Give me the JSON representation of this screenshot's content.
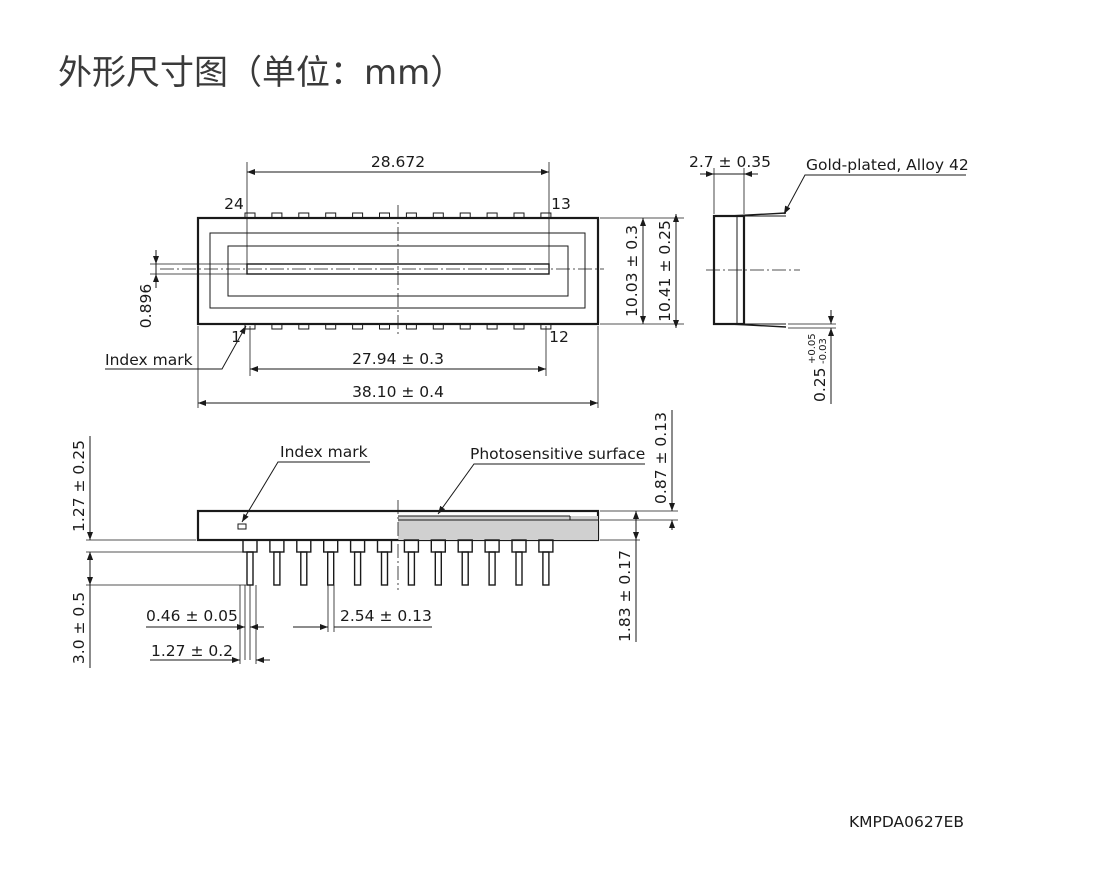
{
  "title": "外形尺寸图（单位：mm）",
  "drawing_code": "KMPDA0627EB",
  "top_view": {
    "dim_28_672": "28.672",
    "pin_24": "24",
    "pin_13": "13",
    "pin_1": "1",
    "pin_12": "12",
    "dim_0_896": "0.896",
    "index_mark": "Index mark",
    "dim_27_94": "27.94 ± 0.3",
    "dim_38_10": "38.10 ± 0.4",
    "dim_10_03": "10.03 ± 0.3",
    "dim_10_41": "10.41 ± 0.25"
  },
  "side_view": {
    "dim_2_7": "2.7 ± 0.35",
    "lead_note": "Gold-plated, Alloy 42",
    "dim_0_25": "0.25",
    "dim_0_25_plus": "+0.05",
    "dim_0_25_minus": "-0.03"
  },
  "front_view": {
    "index_mark": "Index mark",
    "photosensitive": "Photosensitive surface",
    "dim_1_27_025": "1.27 ± 0.25",
    "dim_0_87": "0.87 ± 0.13",
    "dim_1_83": "1.83 ± 0.17",
    "dim_3_0": "3.0 ± 0.5",
    "dim_0_46": "0.46 ± 0.05",
    "dim_2_54": "2.54 ± 0.13",
    "dim_1_27_02": "1.27 ± 0.2"
  }
}
